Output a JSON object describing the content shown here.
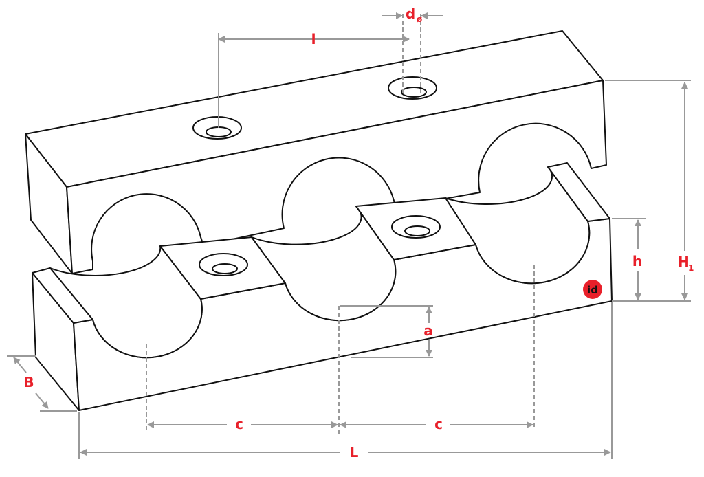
{
  "diagram": {
    "labels": {
      "hole_spacing": "l",
      "hole_diameter": "d",
      "hole_diameter_sub": "ø",
      "total_height": "H",
      "total_height_sub": "1",
      "lower_height": "h",
      "axis_height": "a",
      "width": "B",
      "pitch_1": "c",
      "pitch_2": "c",
      "length": "L"
    },
    "logo_text": "id",
    "colors": {
      "label": "#e8202a",
      "dimension": "#999999",
      "outline": "#111111",
      "logo": "#e8202a"
    }
  }
}
